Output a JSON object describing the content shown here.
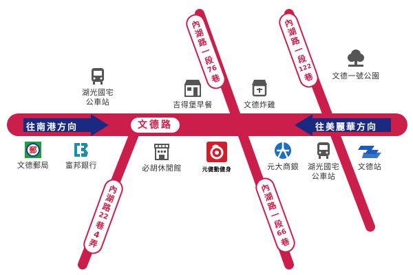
{
  "colors": {
    "road": "#cc1e4a",
    "arrow": "#1a2a80",
    "label_text": "#333333",
    "icon_gray": "#555555"
  },
  "main_road": {
    "name": "文德路",
    "direction_west": "往南港方向",
    "direction_east": "往美麗華方向"
  },
  "lanes": [
    {
      "id": "lane-76",
      "chars": [
        "內",
        "湖",
        "路",
        "一",
        "段",
        "76",
        "巷"
      ],
      "label": "內湖路一段76巷"
    },
    {
      "id": "lane-122",
      "chars": [
        "內",
        "湖",
        "路",
        "一",
        "段",
        "122",
        "巷"
      ],
      "label": "內湖路一段122巷"
    },
    {
      "id": "lane-22-4",
      "chars": [
        "內",
        "湖",
        "路",
        "22",
        "巷",
        "4",
        "弄"
      ],
      "label": "內湖路22巷4弄"
    },
    {
      "id": "lane-66",
      "chars": [
        "內",
        "湖",
        "路",
        "一",
        "段",
        "66",
        "巷"
      ],
      "label": "內湖路一段66巷"
    }
  ],
  "pois_north": [
    {
      "id": "bus-stop-north",
      "icon": "bus-icon",
      "label_line1": "湖光國宅",
      "label_line2": "公車站"
    },
    {
      "id": "jide-breakfast",
      "icon": "shop-icon",
      "label_line1": "吉得堡早餐"
    },
    {
      "id": "wende-fried-chicken",
      "icon": "store-icon",
      "label_line1": "文德炸雞"
    },
    {
      "id": "wende-park",
      "icon": "tree-icon",
      "label_line1": "文德一號公園"
    }
  ],
  "pois_south": [
    {
      "id": "post-office",
      "icon": "post-office-icon",
      "label_line1": "文德郵局"
    },
    {
      "id": "fubon-bank",
      "icon": "fubon-bank-icon",
      "label_line1": "富邦銀行"
    },
    {
      "id": "bisheng-cafe",
      "icon": "shop-icon",
      "label_line1": "必胡休閒館"
    },
    {
      "id": "yuanjian-gym",
      "icon": "gym-logo-icon",
      "label_line1": "元健動健身"
    },
    {
      "id": "yuanta-bank",
      "icon": "yuanta-bank-icon",
      "label_line1": "元大商銀"
    },
    {
      "id": "bus-stop-south",
      "icon": "bus-icon",
      "label_line1": "湖光國宅",
      "label_line2": "公車站"
    },
    {
      "id": "wende-mrt",
      "icon": "metro-icon",
      "label_line1": "文德站"
    }
  ]
}
